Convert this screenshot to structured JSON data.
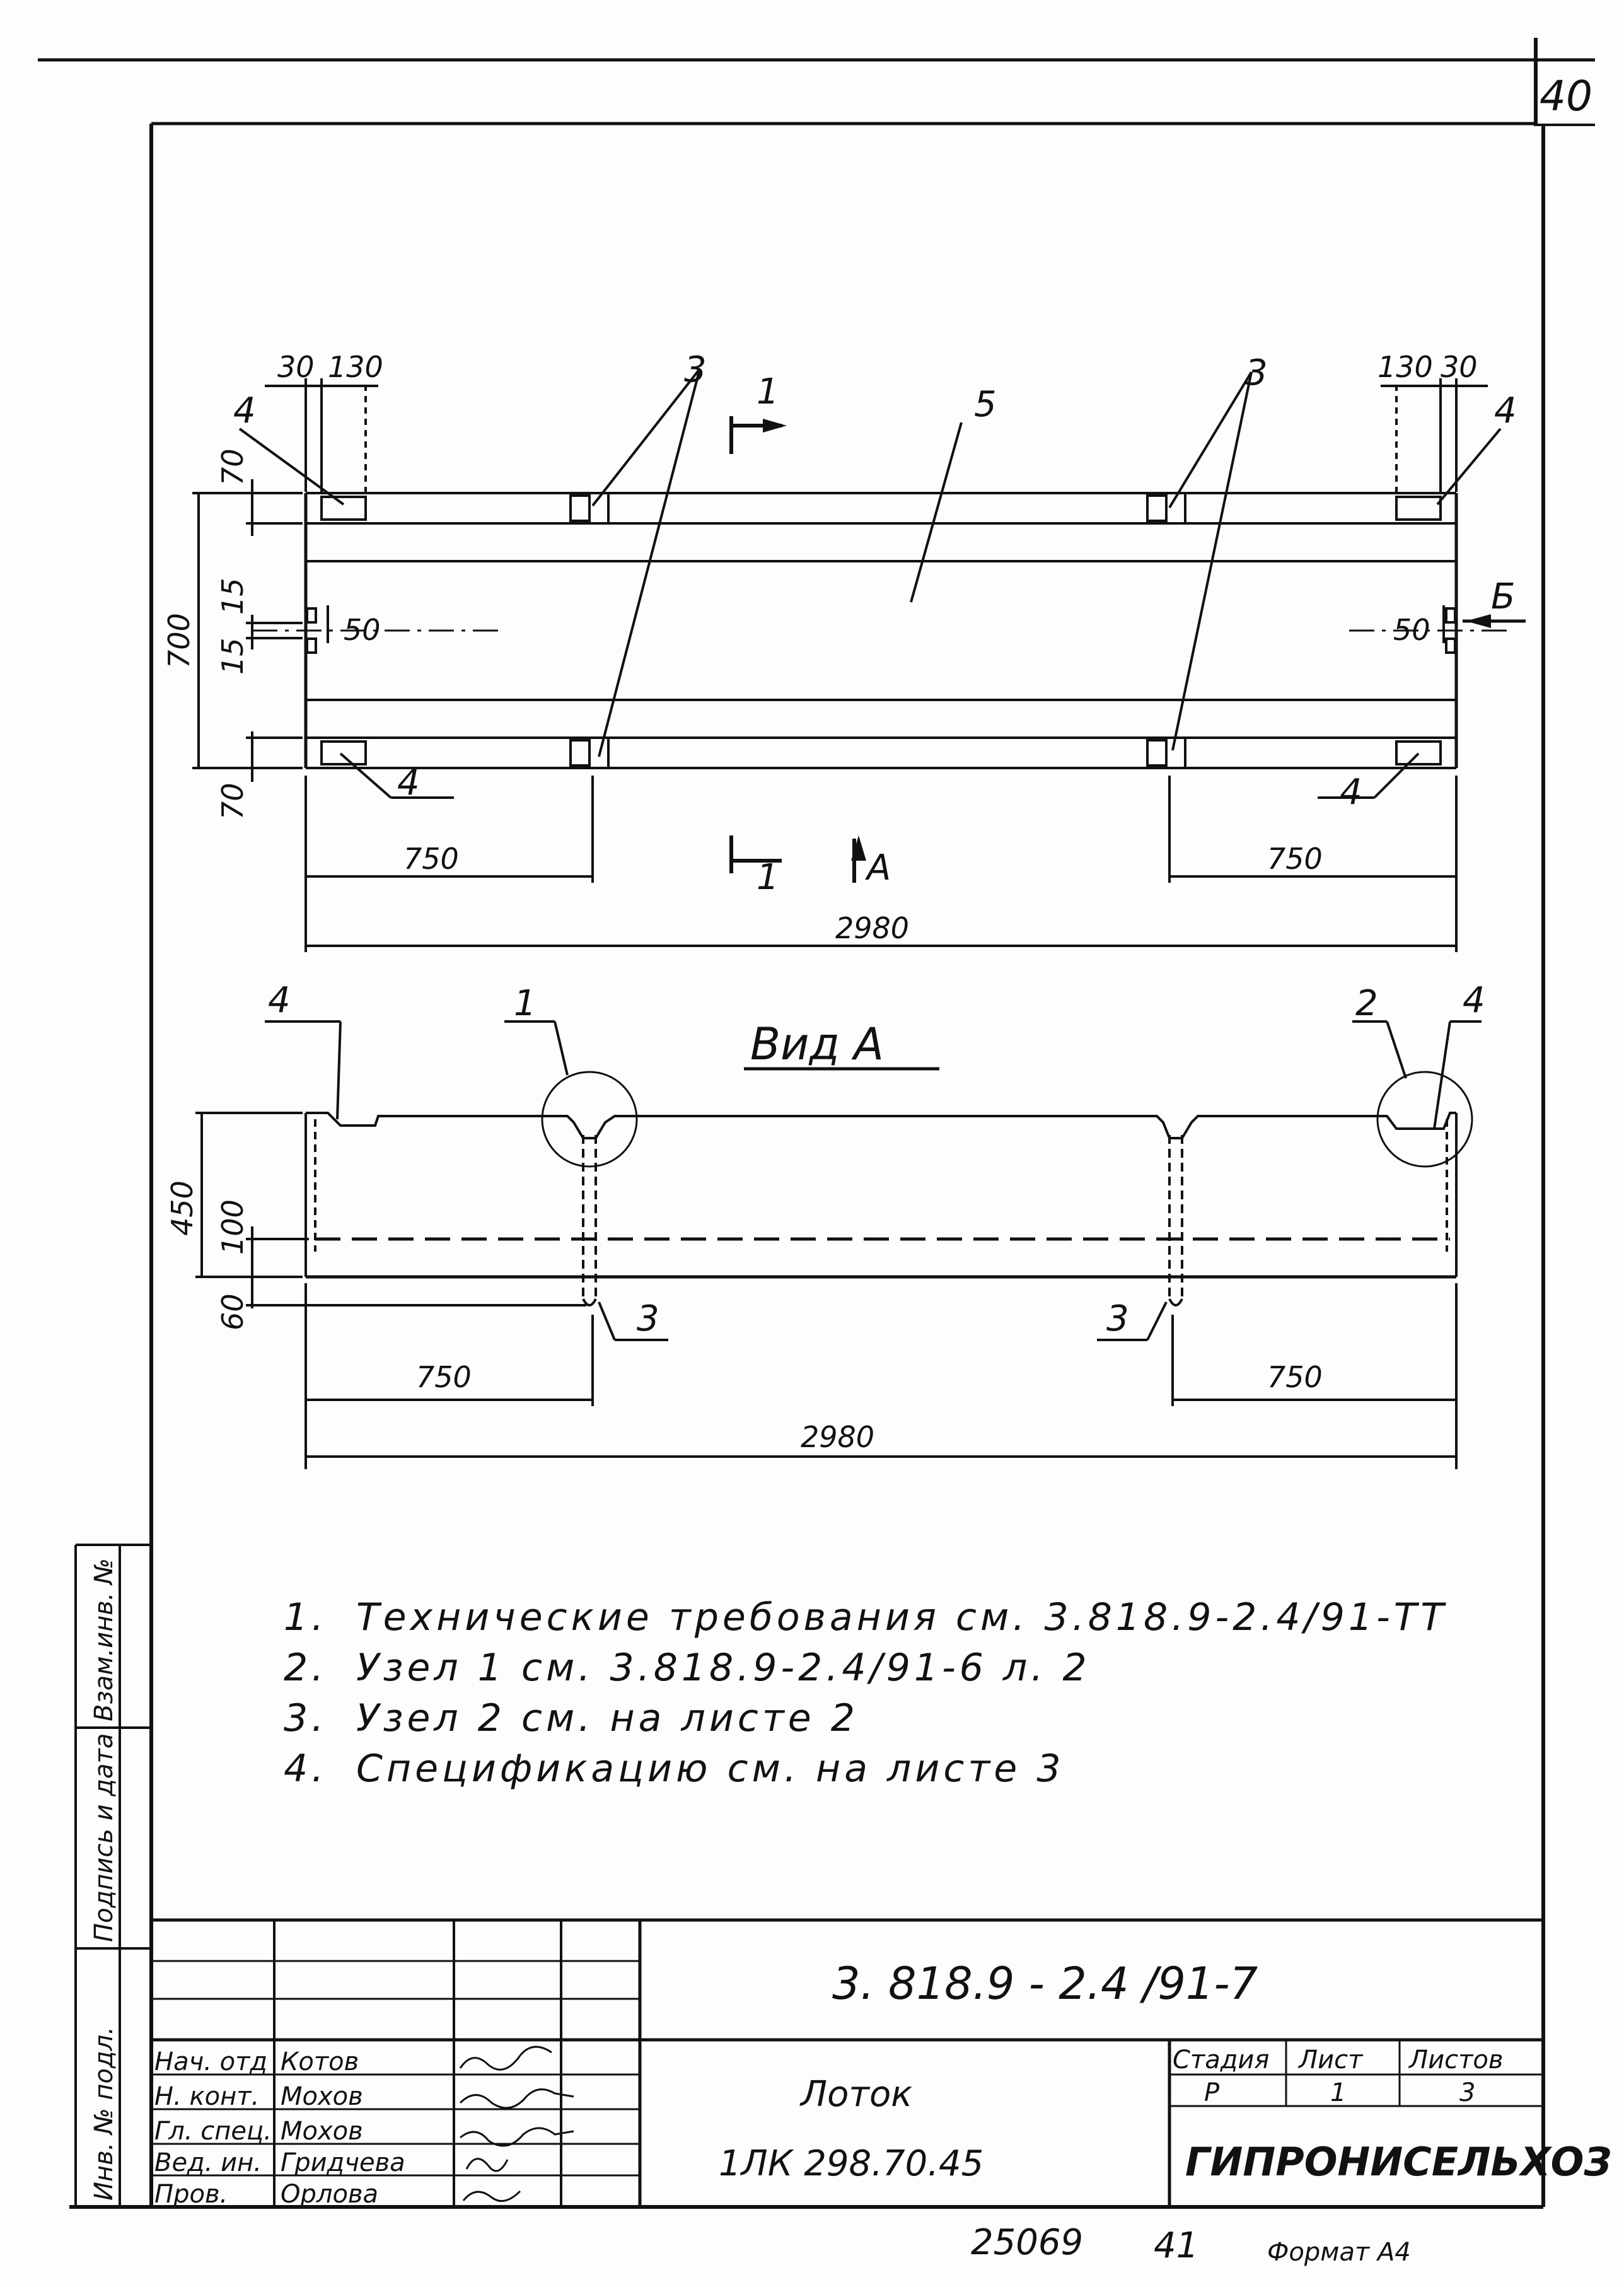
{
  "sheet": {
    "page_number": "40",
    "document_code": "3. 818.9 - 2.4 /91-7",
    "product_name": "Лоток",
    "product_mark": "1ЛК 298.70.45",
    "organization": "ГИПРОНИСЕЛЬХОЗ",
    "bottom_code": "25069",
    "bottom_number": "41",
    "format_label": "Формат А4"
  },
  "side_stamp": {
    "inv_podl": "Инв. № подл.",
    "podpis_data": "Подпись и дата",
    "vzam_inv": "Взам.инв. №"
  },
  "plan_view": {
    "section_marker": "1",
    "view_marker": "А",
    "side_marker": "Б",
    "callouts": {
      "c3a": "3",
      "c3b": "3",
      "c5": "5",
      "c4tl": "4",
      "c4tr": "4",
      "c4bl": "4",
      "c4br": "4"
    },
    "dims": {
      "d30l": "30",
      "d130l": "130",
      "d130r": "130",
      "d30r": "30",
      "d70t": "70",
      "d700": "700",
      "d15a": "15",
      "d15b": "15",
      "d70b": "70",
      "d50l": "50",
      "d50r": "50",
      "d750l": "750",
      "d750r": "750",
      "d2980": "2980"
    }
  },
  "view_a": {
    "title": "Вид А",
    "callouts": {
      "c1": "1",
      "c2": "2",
      "c4l": "4",
      "c4r": "4",
      "c3l": "3",
      "c3r": "3"
    },
    "dims": {
      "d450": "450",
      "d100": "100",
      "d60": "60",
      "d750l": "750",
      "d750r": "750",
      "d2980": "2980"
    }
  },
  "notes": [
    {
      "num": "1.",
      "text": "Технические требования см. 3.818.9-2.4/91-ТТ"
    },
    {
      "num": "2.",
      "text": "Узел 1 см. 3.818.9-2.4/91-6 л. 2"
    },
    {
      "num": "3.",
      "text": "Узел 2 см. на листе 2"
    },
    {
      "num": "4.",
      "text": "Спецификацию см. на листе 3"
    }
  ],
  "title_block": {
    "roles": [
      {
        "role": "Нач. отд",
        "name": "Котов"
      },
      {
        "role": "Н. конт.",
        "name": "Мохов"
      },
      {
        "role": "Гл. спец.",
        "name": "Мохов"
      },
      {
        "role": "Вед. ин.",
        "name": "Гридчева"
      },
      {
        "role": "Пров.",
        "name": "Орлова"
      }
    ],
    "stage_header": "Стадия",
    "sheet_header": "Лист",
    "sheets_header": "Листов",
    "stage_value": "Р",
    "sheet_value": "1",
    "sheets_value": "3"
  }
}
